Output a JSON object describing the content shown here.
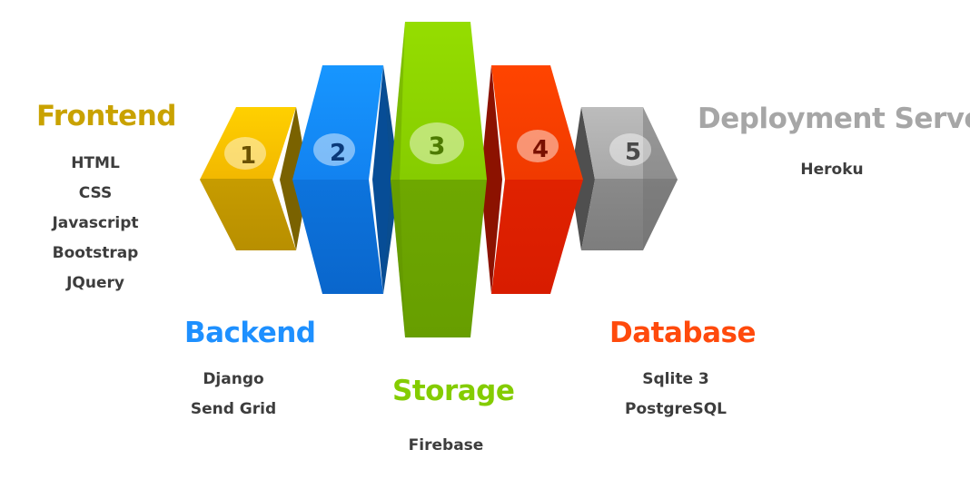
{
  "colors": {
    "frontend": "#c9a200",
    "backend": "#1e90ff",
    "storage": "#84cc00",
    "database": "#ff4a0c",
    "deployment": "#a6a6a6",
    "item_text": "#3d3d3d"
  },
  "blocks": [
    {
      "number": "1",
      "color": "yellow"
    },
    {
      "number": "2",
      "color": "blue"
    },
    {
      "number": "3",
      "color": "green"
    },
    {
      "number": "4",
      "color": "red"
    },
    {
      "number": "5",
      "color": "gray"
    }
  ],
  "sections": {
    "frontend": {
      "title": "Frontend",
      "items": [
        "HTML",
        "CSS",
        "Javascript",
        "Bootstrap",
        "JQuery"
      ]
    },
    "backend": {
      "title": "Backend",
      "items": [
        "Django",
        "Send Grid"
      ]
    },
    "storage": {
      "title": "Storage",
      "items": [
        "Firebase"
      ]
    },
    "database": {
      "title": "Database",
      "items": [
        "Sqlite 3",
        "PostgreSQL"
      ]
    },
    "deployment": {
      "title": "Deployment Server",
      "items": [
        "Heroku"
      ]
    }
  }
}
